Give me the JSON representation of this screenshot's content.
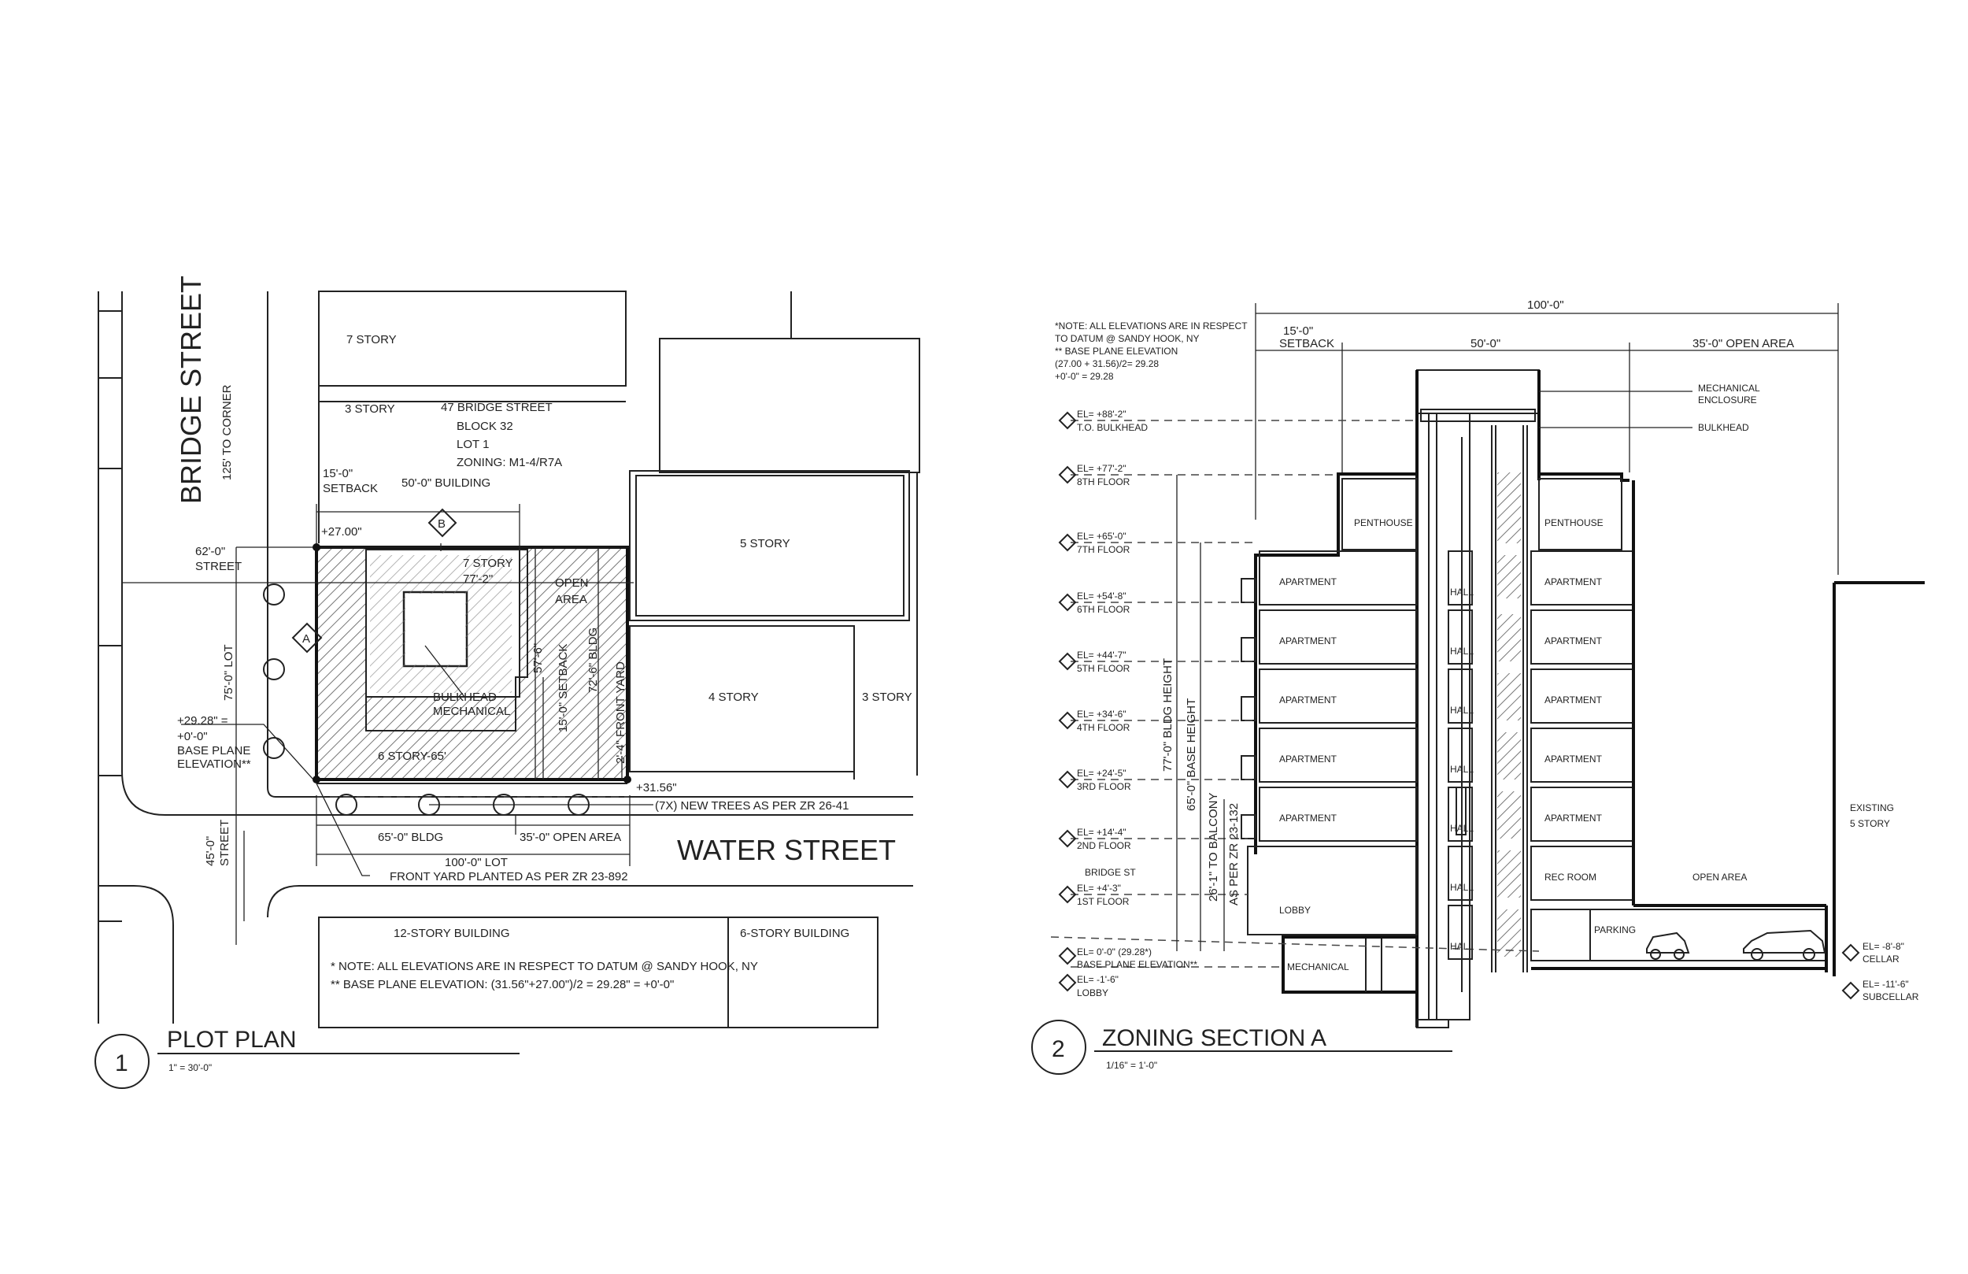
{
  "plot_plan": {
    "bridge_street": "BRIDGE STREET",
    "to_corner": "125' TO CORNER",
    "water_street": "WATER STREET",
    "address_lines": [
      "47 BRIDGE STREET",
      "BLOCK 32",
      "LOT 1",
      "ZONING: M1-4/R7A"
    ],
    "neighbors": {
      "n7story": "7 STORY",
      "n3story_top": "3 STORY",
      "n5story": "5 STORY",
      "n4story": "4 STORY",
      "n3story_right": "3 STORY",
      "b12story": "12-STORY BUILDING",
      "b6story": "6-STORY BUILDING"
    },
    "setback_lines": [
      "15'-0\"",
      "SETBACK"
    ],
    "building_50": "50'-0\" BUILDING",
    "elev_27": "+27.00\"",
    "street_62": [
      "62'-0\"",
      "STREET"
    ],
    "label_7story": [
      "7 STORY",
      "77'-2\""
    ],
    "open_area": [
      "OPEN",
      "AREA"
    ],
    "dim_57": "57'-6\"",
    "dim_15_setback": "15'-0\" SETBACK",
    "dim_72": "72'-6\" BLDG",
    "front_yard": "2'-4\" FRONT YARD",
    "bulkhead": [
      "BULKHEAD",
      "MECHANICAL"
    ],
    "story6": "6 STORY-65'",
    "lot_75": "75'-0\" LOT",
    "base_plane_lines": [
      "+29.28\" =",
      "+0'-0\"",
      "BASE PLANE",
      "ELEVATION**"
    ],
    "elev_3156": "+31.56\"",
    "new_trees": "(7X) NEW TREES AS PER ZR 26-41",
    "bldg_65": "65'-0\" BLDG",
    "open_35": "35'-0\" OPEN AREA",
    "lot_100": "100'-0\" LOT",
    "front_yard_planted": "FRONT YARD PLANTED AS PER ZR 23-892",
    "street_45": [
      "45'-0\"",
      "STREET"
    ],
    "note_lines": [
      "* NOTE: ALL ELEVATIONS ARE IN RESPECT TO DATUM @ SANDY HOOK, NY",
      "** BASE PLANE ELEVATION: (31.56\"+27.00\")/2 = 29.28\" = +0'-0\""
    ],
    "marker_a": "A",
    "marker_b": "B",
    "title_number": "1",
    "title": "PLOT PLAN",
    "scale": "1\" = 30'-0\""
  },
  "section": {
    "note_lines": [
      "*NOTE: ALL ELEVATIONS ARE IN RESPECT",
      "TO DATUM @ SANDY HOOK, NY",
      "** BASE PLANE ELEVATION",
      "(27.00 + 31.56)/2= 29.28",
      "+0'-0\" = 29.28"
    ],
    "dim_total": "100'-0\"",
    "dim_setback": [
      "15'-0\"",
      "SETBACK"
    ],
    "dim_50": "50'-0\"",
    "dim_open": "35'-0\" OPEN AREA",
    "mech_enclosure": [
      "MECHANICAL",
      "ENCLOSURE"
    ],
    "bulkhead": "BULKHEAD",
    "levels": [
      {
        "el": "EL= +88'-2\"",
        "name": "T.O. BULKHEAD"
      },
      {
        "el": "EL= +77'-2\"",
        "name": "8TH FLOOR"
      },
      {
        "el": "EL= +65'-0\"",
        "name": "7TH FLOOR"
      },
      {
        "el": "EL= +54'-8\"",
        "name": "6TH FLOOR"
      },
      {
        "el": "EL= +44'-7\"",
        "name": "5TH FLOOR"
      },
      {
        "el": "EL= +34'-6\"",
        "name": "4TH FLOOR"
      },
      {
        "el": "EL= +24'-5\"",
        "name": "3RD FLOOR"
      },
      {
        "el": "EL= +14'-4\"",
        "name": "2ND FLOOR"
      },
      {
        "el": "EL= +4'-3\"",
        "name": "1ST FLOOR"
      },
      {
        "el": "EL= 0'-0\" (29.28*)",
        "name": "BASE PLANE ELEVATION**"
      },
      {
        "el": "EL= -1'-6\"",
        "name": "LOBBY"
      }
    ],
    "bridge_st": "BRIDGE ST",
    "dim_bldg_height": "77'-0\" BLDG HEIGHT",
    "dim_base_height": "65'-0\" BASE HEIGHT",
    "dim_balcony": "26'-1\" TO BALCONY",
    "dim_zr": "AS PER ZR 23-132",
    "penthouse": "PENTHOUSE",
    "apartment": "APARTMENT",
    "hall": "HALL",
    "rec_room": "REC ROOM",
    "open_area": "OPEN AREA",
    "lobby": "LOBBY",
    "mechanical": "MECHANICAL",
    "parking": "PARKING",
    "existing": [
      "EXISTING",
      "5 STORY"
    ],
    "cellar": {
      "el": "EL= -8'-8\"",
      "name": "CELLAR"
    },
    "subcellar": {
      "el": "EL= -11'-6\"",
      "name": "SUBCELLAR"
    },
    "title_number": "2",
    "title": "ZONING SECTION A",
    "scale": "1/16\" = 1'-0\""
  }
}
